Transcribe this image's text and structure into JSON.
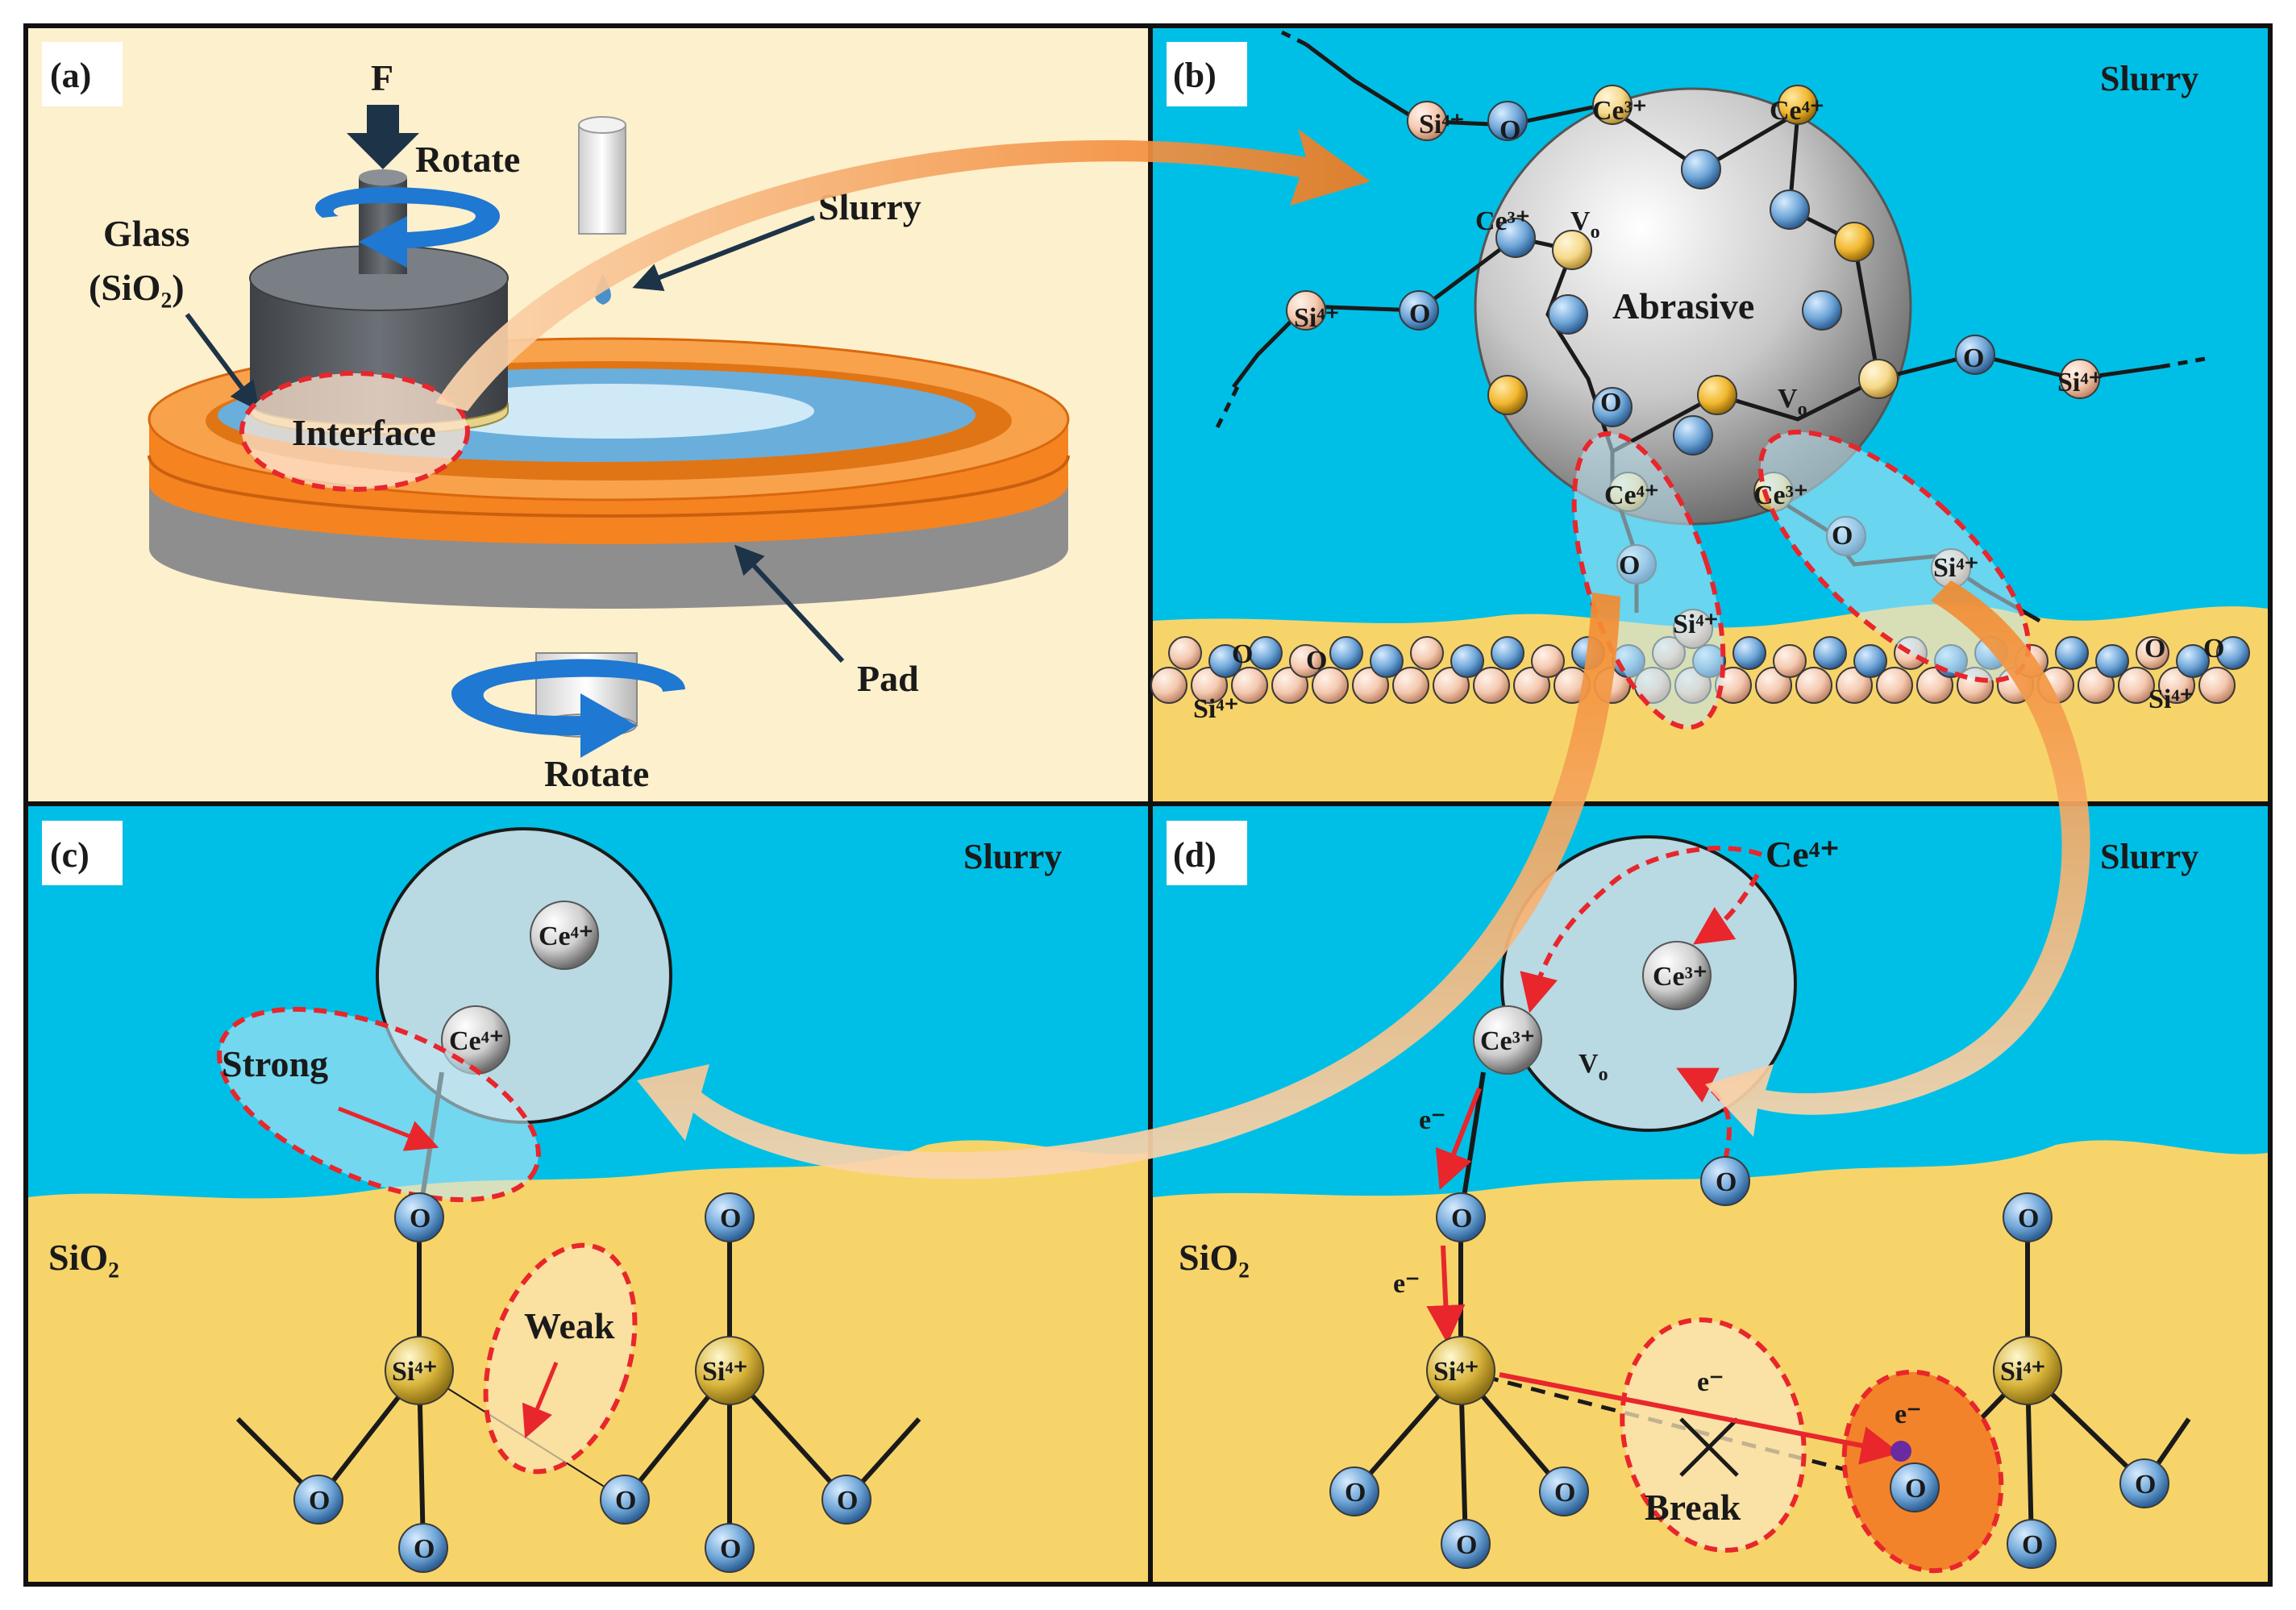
{
  "colors": {
    "panel_a_bg": "#fdf0cd",
    "slurry": "#00bfe6",
    "substrate": "#f7d46a",
    "pad": "#f58320",
    "pad_base": "#8a8a8a",
    "holder": "#555a60",
    "oxygen": "#6fa6d8",
    "silicon": "#f4c9b0",
    "ce4": "#f6d98a",
    "ce3": "#f2b830",
    "rotate_arrow": "#1f78d1",
    "dashed_outline": "#e8262c",
    "flow_arrow": "#f28a2e"
  },
  "panel_a": {
    "label": "(a)",
    "force": "F",
    "rotate_top": "Rotate",
    "rotate_bottom": "Rotate",
    "glass_line1": "Glass",
    "glass_line2": "(SiO₂)",
    "slurry": "Slurry",
    "interface": "Interface",
    "pad": "Pad"
  },
  "panel_b": {
    "label": "(b)",
    "slurry": "Slurry",
    "abrasive": "Abrasive",
    "ions": {
      "si4": "Si⁴⁺",
      "ce3": "Ce³⁺",
      "ce4": "Ce⁴⁺",
      "o": "O",
      "vo": "V",
      "vo_sub": "o"
    }
  },
  "panel_c": {
    "label": "(c)",
    "slurry": "Slurry",
    "substrate": "SiO₂",
    "strong": "Strong",
    "weak": "Weak",
    "ce4": "Ce⁴⁺",
    "si4": "Si⁴⁺",
    "o": "O"
  },
  "panel_d": {
    "label": "(d)",
    "slurry": "Slurry",
    "substrate": "SiO₂",
    "ce4": "Ce⁴⁺",
    "ce3": "Ce³⁺",
    "vo": "V",
    "vo_sub": "o",
    "electron": "e⁻",
    "break": "Break",
    "si4": "Si⁴⁺",
    "o": "O"
  }
}
